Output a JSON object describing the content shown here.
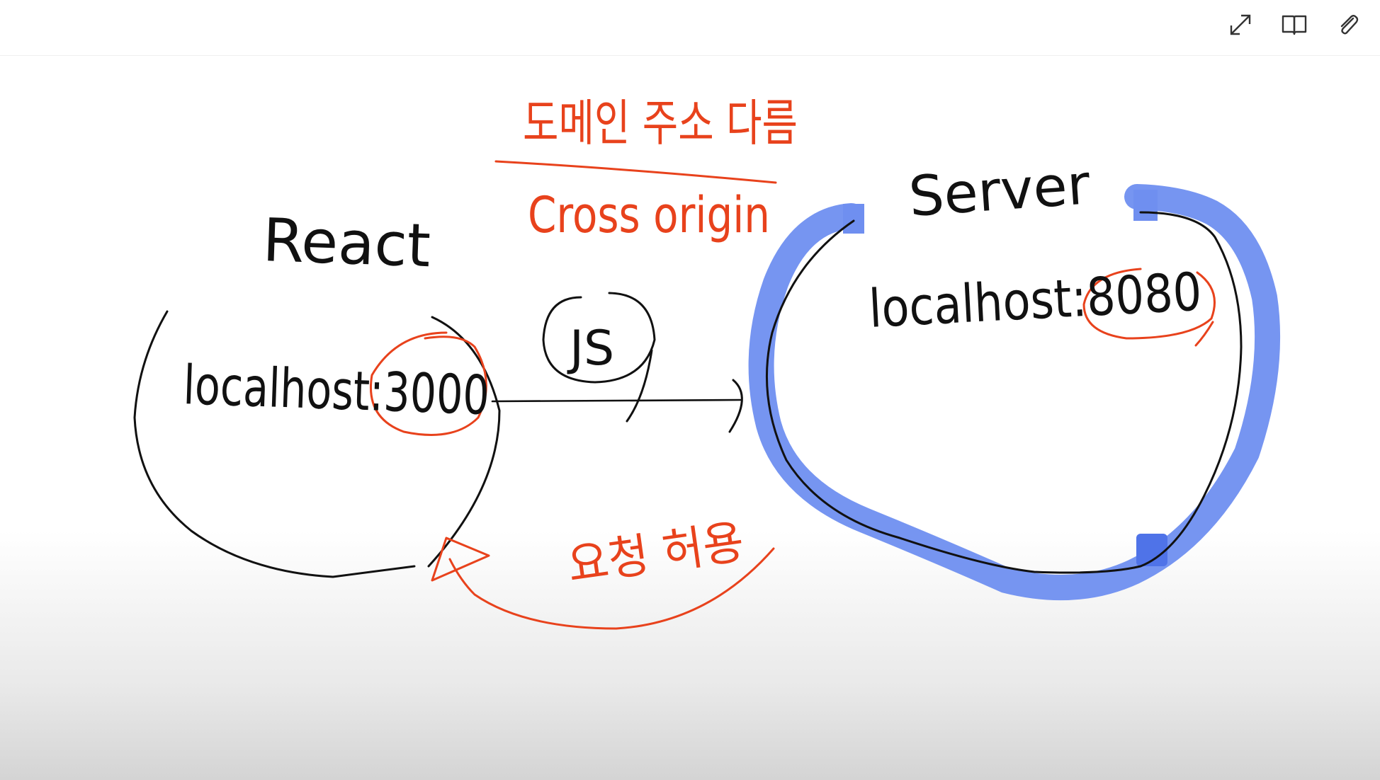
{
  "toolbar": {
    "icons": [
      "expand-icon",
      "book-icon",
      "attachment-icon"
    ]
  },
  "diagram": {
    "client_title": "React",
    "client_host": "localhost:3000",
    "server_title": "Server",
    "server_host": "localhost:8080",
    "request_label": "JS",
    "annotation_korean": "도메인 주소 다름",
    "annotation_english": "Cross origin",
    "response_label": "요청 허용"
  },
  "colors": {
    "ink": "#111111",
    "accent_red": "#e8421c",
    "highlight_blue": "#6f8ff0",
    "highlight_blue_dark": "#4f73e8"
  }
}
